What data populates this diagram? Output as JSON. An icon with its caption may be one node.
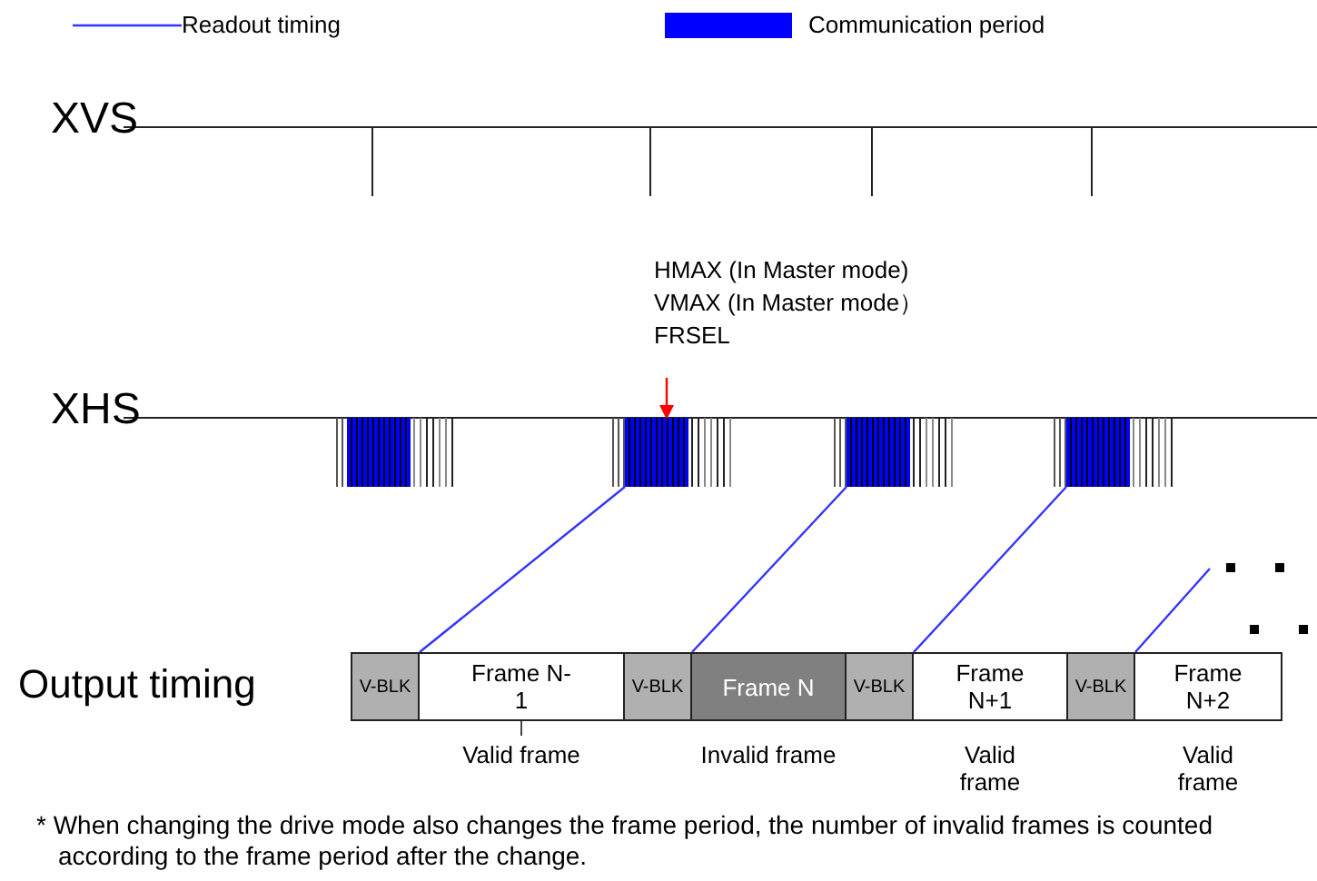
{
  "diagram": {
    "caption": "* When changing the drive mode also changes the frame period, the number of invalid frames is counted according to the frame period after the change.",
    "nodes": [
      {
        "text": [
          "HMAX (In Master mode)",
          "VMAX (In Master mode）",
          "FRSEL"
        ]
      },
      {
        "text": [],
        "shape": "bar"
      },
      {
        "text": [],
        "shape": "bar"
      },
      {
        "text": [],
        "shape": "bar"
      },
      {
        "text": [],
        "shape": "bar"
      },
      {
        "text": [
          "V-BLK"
        ]
      },
      {
        "text": [
          "Frame N-1"
        ],
        "beside": [
          "Valid frame"
        ]
      },
      {
        "text": [
          "V-BLK"
        ]
      },
      {
        "text": [
          "Frame N"
        ],
        "beside": [
          "Invalid frame"
        ]
      },
      {
        "text": [
          "V-BLK"
        ]
      },
      {
        "text": [
          "Frame N+1"
        ],
        "beside": [
          "Valid frame"
        ]
      },
      {
        "text": [
          "V-BLK"
        ]
      },
      {
        "text": [
          "Frame N+2"
        ],
        "beside": [
          "Valid frame"
        ]
      }
    ],
    "edges": [
      {
        "from": 0,
        "to": 2,
        "arrow": "to",
        "color": "#ff0000"
      },
      {
        "from": 2,
        "to": 6,
        "arrow": "none"
      },
      {
        "from": 3,
        "to": 8,
        "arrow": "none"
      },
      {
        "from": 4,
        "to": 10,
        "arrow": "none"
      },
      {
        "from": null,
        "to": 12,
        "arrow": "none"
      }
    ],
    "labels": [
      "XVS",
      "XHS",
      "Output timing"
    ],
    "legend": [
      {
        "text": "Readout timing"
      },
      {
        "text": "Communication period",
        "color": "#0000ff"
      }
    ]
  }
}
